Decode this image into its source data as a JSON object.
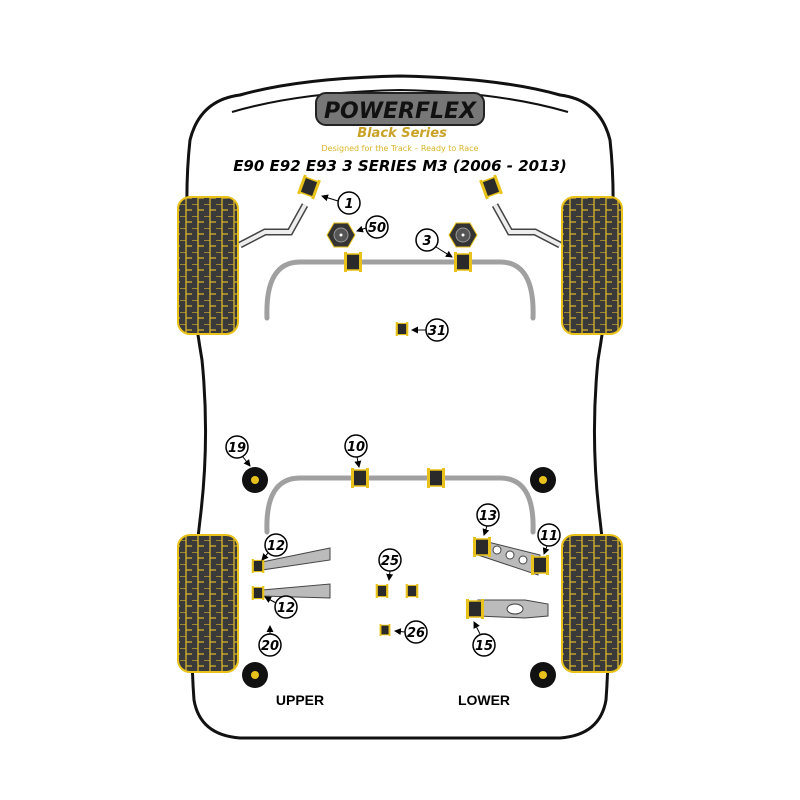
{
  "logo": {
    "brand": "POWERFLEX",
    "series": "Black Series",
    "tagline": "Designed for the Track – Ready to Race"
  },
  "title": "E90 E92 E93 3 SERIES M3 (2006 - 2013)",
  "callouts": {
    "c1": "1",
    "c50": "50",
    "c3": "3",
    "c31": "31",
    "c19": "19",
    "c10": "10",
    "c13": "13",
    "c11": "11",
    "c12a": "12",
    "c12b": "12",
    "c25": "25",
    "c26": "26",
    "c15": "15",
    "c20": "20"
  },
  "labels": {
    "upper": "UPPER",
    "lower": "LOWER"
  },
  "colors": {
    "bushing": "#e8c21a",
    "tyre": "#3a3a3a",
    "bar": "#a0a0a0"
  }
}
